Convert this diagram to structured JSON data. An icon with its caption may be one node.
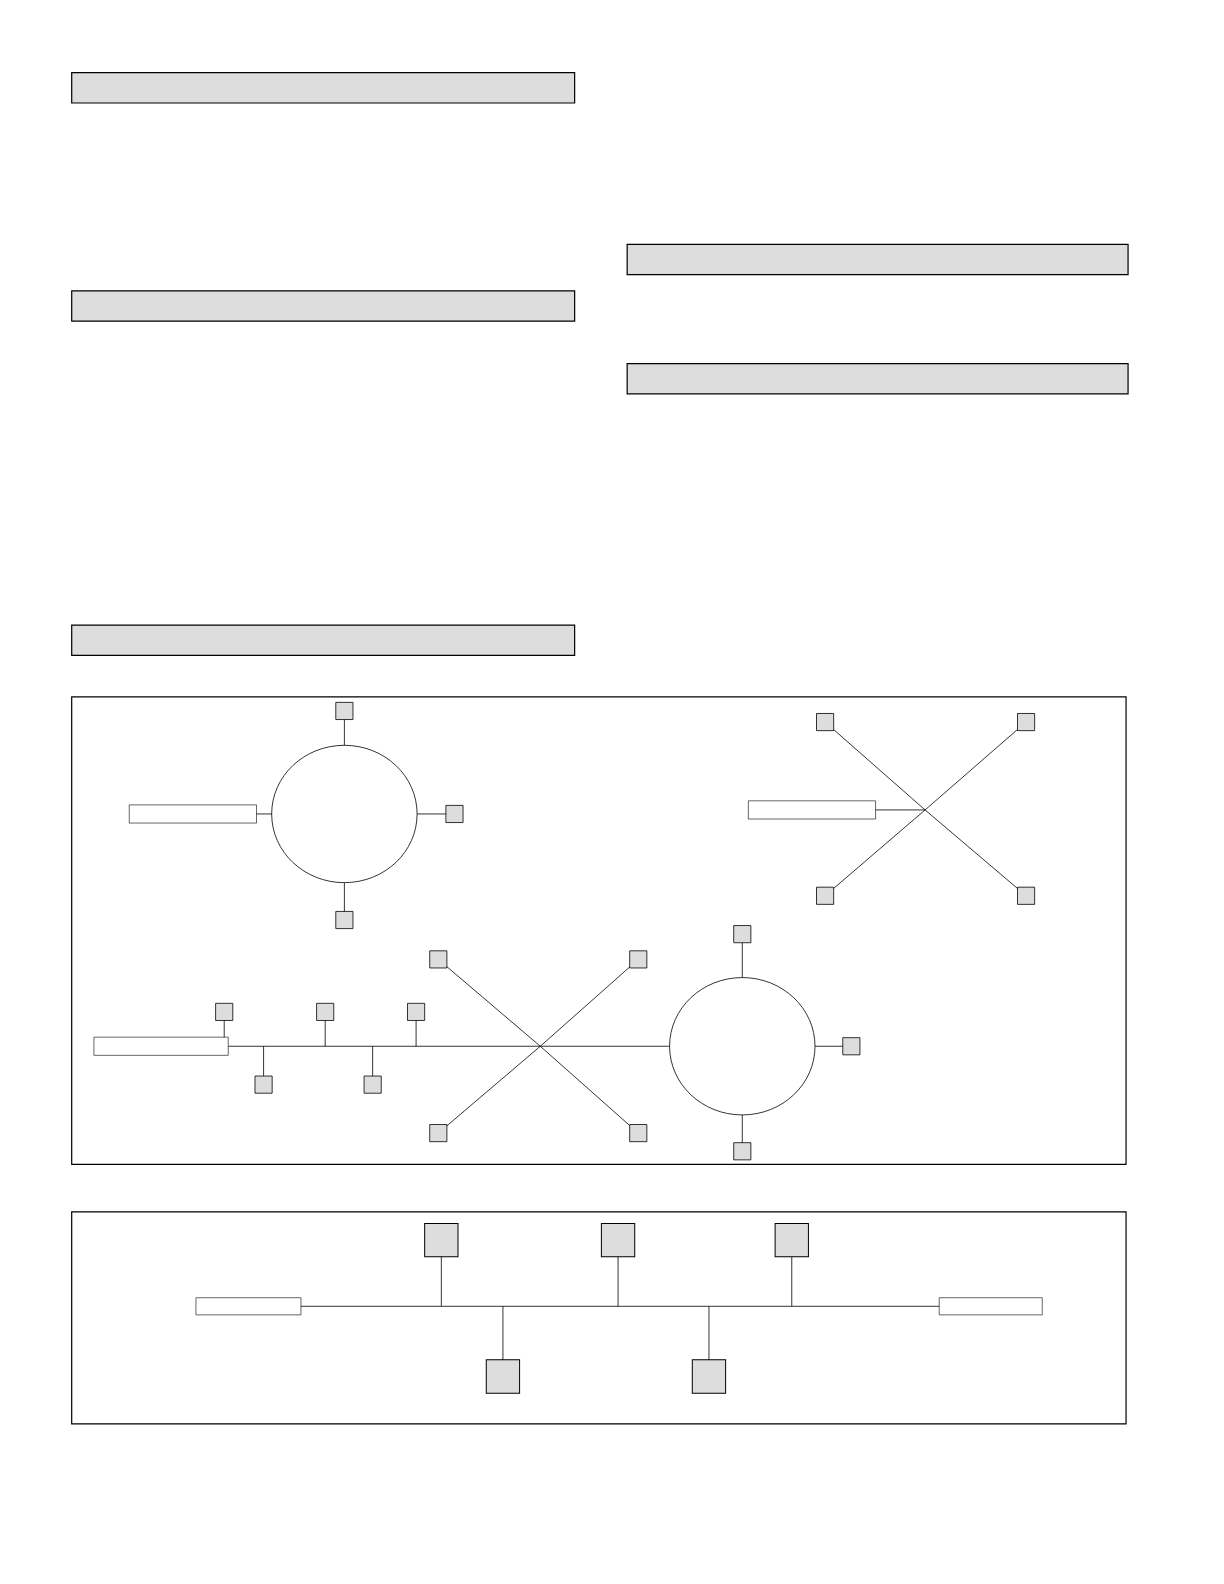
{
  "diagram": {
    "nodes": [
      {
        "text": [],
        "shape": "bar"
      },
      {
        "text": [],
        "shape": "bar"
      },
      {
        "text": [],
        "shape": "bar"
      },
      {
        "text": [],
        "shape": "bar"
      },
      {
        "text": [],
        "shape": "bar"
      },
      {
        "text": [],
        "shape": "box"
      },
      {
        "text": [],
        "shape": "box",
        "in": 5
      },
      {
        "text": [],
        "shape": "circle",
        "in": 5
      },
      {
        "text": [],
        "shape": "box",
        "in": 5
      },
      {
        "text": [],
        "shape": "box",
        "in": 5
      },
      {
        "text": [],
        "shape": "box",
        "in": 5
      },
      {
        "text": [],
        "shape": "box",
        "in": 5
      },
      {
        "text": [],
        "shape": "box",
        "in": 5
      },
      {
        "text": [],
        "shape": "box",
        "in": 5
      },
      {
        "text": [],
        "shape": "box",
        "in": 5
      },
      {
        "text": [],
        "shape": "box",
        "in": 5
      },
      {
        "text": [],
        "shape": "box",
        "in": 5
      },
      {
        "text": [],
        "shape": "box",
        "in": 5
      },
      {
        "text": [],
        "shape": "box",
        "in": 5
      },
      {
        "text": [],
        "shape": "box",
        "in": 5
      },
      {
        "text": [],
        "shape": "box",
        "in": 5
      },
      {
        "text": [],
        "shape": "box",
        "in": 5
      },
      {
        "text": [],
        "shape": "box",
        "in": 5
      },
      {
        "text": [],
        "shape": "box",
        "in": 5
      },
      {
        "text": [],
        "shape": "box",
        "in": 5
      },
      {
        "text": [],
        "shape": "box",
        "in": 5
      },
      {
        "text": [],
        "shape": "circle",
        "in": 5
      },
      {
        "text": [],
        "shape": "box",
        "in": 5
      },
      {
        "text": [],
        "shape": "box",
        "in": 5
      },
      {
        "text": [],
        "shape": "box",
        "in": 5
      },
      {
        "text": [],
        "shape": "box"
      },
      {
        "text": [],
        "shape": "box",
        "in": 30
      },
      {
        "text": [],
        "shape": "box",
        "in": 30
      },
      {
        "text": [],
        "shape": "box",
        "in": 30
      },
      {
        "text": [],
        "shape": "box",
        "in": 30
      },
      {
        "text": [],
        "shape": "box",
        "in": 30
      },
      {
        "text": [],
        "shape": "box",
        "in": 30
      },
      {
        "text": [],
        "shape": "box",
        "in": 30
      }
    ],
    "edges": [
      {
        "from": 6,
        "to": 7,
        "arrow": "none"
      },
      {
        "from": 8,
        "to": 7,
        "arrow": "none"
      },
      {
        "from": 9,
        "to": 7,
        "arrow": "none"
      },
      {
        "from": 10,
        "to": 7,
        "arrow": "none"
      },
      {
        "from": 12,
        "to": null,
        "arrow": "none"
      },
      {
        "from": 13,
        "to": null,
        "arrow": "none"
      },
      {
        "from": 14,
        "to": null,
        "arrow": "none"
      },
      {
        "from": 15,
        "to": null,
        "arrow": "none"
      },
      {
        "from": 11,
        "to": null,
        "arrow": "none"
      },
      {
        "from": 16,
        "to": 26,
        "arrow": "none"
      },
      {
        "from": 17,
        "to": 16,
        "arrow": "none"
      },
      {
        "from": 18,
        "to": null,
        "arrow": "none"
      },
      {
        "from": 19,
        "to": null,
        "arrow": "none"
      },
      {
        "from": 20,
        "to": null,
        "arrow": "none"
      },
      {
        "from": 21,
        "to": null,
        "arrow": "none"
      },
      {
        "from": 22,
        "to": null,
        "arrow": "none"
      },
      {
        "from": 23,
        "to": null,
        "arrow": "none"
      },
      {
        "from": 24,
        "to": null,
        "arrow": "none"
      },
      {
        "from": 25,
        "to": null,
        "arrow": "none"
      },
      {
        "from": 27,
        "to": 26,
        "arrow": "none"
      },
      {
        "from": 28,
        "to": 26,
        "arrow": "none"
      },
      {
        "from": 29,
        "to": 26,
        "arrow": "none"
      },
      {
        "from": 31,
        "to": 32,
        "arrow": "none"
      },
      {
        "from": 33,
        "to": null,
        "arrow": "none"
      },
      {
        "from": 34,
        "to": null,
        "arrow": "none"
      },
      {
        "from": 35,
        "to": null,
        "arrow": "none"
      },
      {
        "from": 36,
        "to": null,
        "arrow": "none"
      },
      {
        "from": 37,
        "to": null,
        "arrow": "none"
      }
    ]
  }
}
